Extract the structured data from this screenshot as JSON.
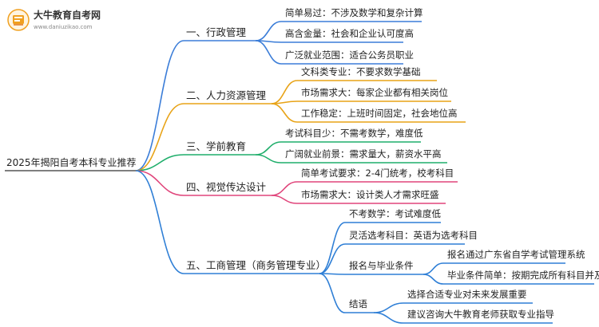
{
  "logo": {
    "title": "大牛教育自考网",
    "subtitle": "www.daniuzikao.com"
  },
  "root": "2025年揭阳自考本科专业推荐",
  "branches": [
    {
      "label": "一、行政管理",
      "color": "#3b7dd8",
      "children": [
        {
          "label": "简单易过：不涉及数学和复杂计算"
        },
        {
          "label": "高含金量：社会和企业认可度高"
        },
        {
          "label": "广泛就业范围：适合公务员职业"
        }
      ]
    },
    {
      "label": "二、人力资源管理",
      "color": "#e8a317",
      "children": [
        {
          "label": "文科类专业：不要求数学基础"
        },
        {
          "label": "市场需求大：每家企业都有相关岗位"
        },
        {
          "label": "工作稳定：上班时间固定，社会地位高"
        }
      ]
    },
    {
      "label": "三、学前教育",
      "color": "#1fae6b",
      "children": [
        {
          "label": "考试科目少：不需考数学，难度低"
        },
        {
          "label": "广阔就业前景：需求量大，薪资水平高"
        }
      ]
    },
    {
      "label": "四、视觉传达设计",
      "color": "#e0457b",
      "children": [
        {
          "label": "简单考试要求：2-4门统考，校考科目"
        },
        {
          "label": "市场需求大：设计类人才需求旺盛"
        }
      ]
    },
    {
      "label": "五、工商管理（商务管理专业）",
      "color": "#2f7fd6",
      "children": [
        {
          "label": "不考数学：考试难度低"
        },
        {
          "label": "灵活选考科目：英语为选考科目"
        },
        {
          "label": "报名与毕业条件",
          "children": [
            {
              "label": "报名通过广东省自学考试管理系统"
            },
            {
              "label": "毕业条件简单：按期完成所有科目并及格"
            }
          ]
        },
        {
          "label": "结语",
          "children": [
            {
              "label": "选择合适专业对未来发展重要"
            },
            {
              "label": "建议咨询大牛教育老师获取专业指导"
            }
          ]
        }
      ]
    }
  ]
}
